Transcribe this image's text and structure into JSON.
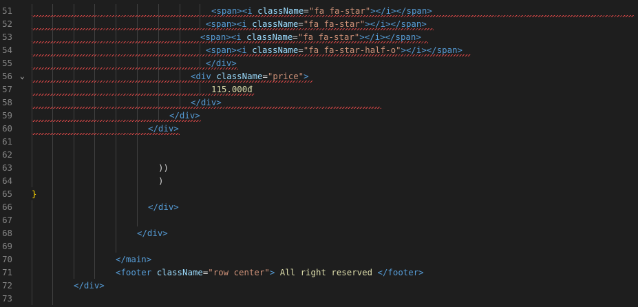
{
  "editor": {
    "line_numbers": [
      "51",
      "52",
      "53",
      "54",
      "55",
      "56",
      "57",
      "58",
      "59",
      "60",
      "61",
      "62",
      "63",
      "64",
      "65",
      "66",
      "67",
      "68",
      "69",
      "70",
      "71",
      "72",
      "73"
    ],
    "lines": {
      "l51": {
        "open": "<span><i ",
        "attr": "className",
        "eq": "=",
        "val": "\"fa fa-star\"",
        "close": "></i></span>"
      },
      "l52": {
        "open": "<span><i ",
        "attr": "className",
        "eq": "=",
        "val": "\"fa fa-star\"",
        "close": "></i></span>"
      },
      "l53": {
        "open": "<span><i ",
        "attr": "className",
        "eq": "=",
        "val": "\"fa fa-star\"",
        "close": "></i></span>"
      },
      "l54": {
        "open": "<span><i ",
        "attr": "className",
        "eq": "=",
        "val": "\"fa fa-star-half-o\"",
        "close": "></i></span>"
      },
      "l55": {
        "text": "</div>"
      },
      "l56": {
        "open": "<div ",
        "attr": "className",
        "eq": "=",
        "val": "\"price\"",
        "close": ">"
      },
      "l57": {
        "text": "115.000đ"
      },
      "l58": {
        "text": "</div>"
      },
      "l59": {
        "text": "</div>"
      },
      "l60": {
        "text": "</div>"
      },
      "l63": {
        "text": "))"
      },
      "l64": {
        "text": ")"
      },
      "l65": {
        "text": "}"
      },
      "l66": {
        "text": "</div>"
      },
      "l68": {
        "text": "</div>"
      },
      "l70": {
        "text": "</main>"
      },
      "l71": {
        "open": "<footer ",
        "attr": "className",
        "eq": "=",
        "val": "\"row center\"",
        "mid": ">",
        "content": " All right reserved ",
        "close": "</footer>"
      },
      "l72": {
        "text": "</div>"
      }
    },
    "fold_icon": "chevron-down-icon"
  }
}
